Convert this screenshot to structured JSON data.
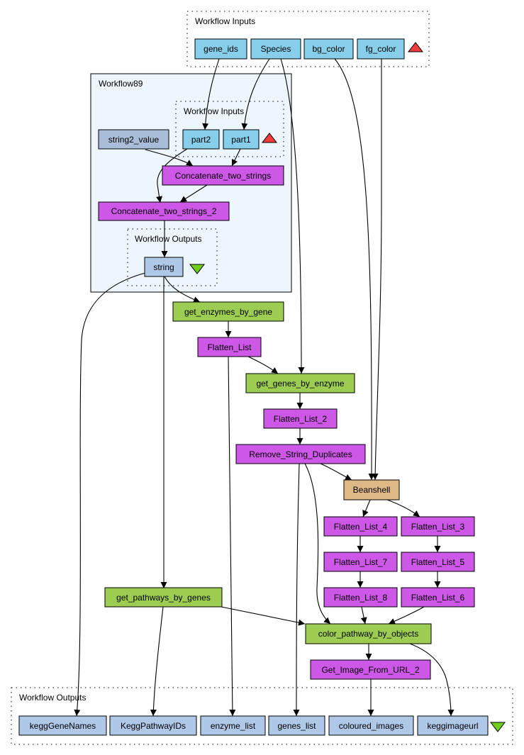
{
  "groups": {
    "top_inputs": "Workflow Inputs",
    "nested_workflow": "Workflow89",
    "nested_inputs": "Workflow Inputs",
    "nested_outputs": "Workflow Outputs",
    "bottom_outputs": "Workflow Outputs"
  },
  "nodes": {
    "gene_ids": "gene_ids",
    "species": "Species",
    "bg_color": "bg_color",
    "fg_color": "fg_color",
    "string2_value": "string2_value",
    "part2": "part2",
    "part1": "part1",
    "concat1": "Concatenate_two_strings",
    "concat2": "Concatenate_two_strings_2",
    "string_out": "string",
    "get_enzymes_by_gene": "get_enzymes_by_gene",
    "flatten_list": "Flatten_List",
    "get_genes_by_enzyme": "get_genes_by_enzyme",
    "flatten_list_2": "Flatten_List_2",
    "remove_string_duplicates": "Remove_String_Duplicates",
    "beanshell": "Beanshell",
    "flatten_list_4": "Flatten_List_4",
    "flatten_list_3": "Flatten_List_3",
    "flatten_list_7": "Flatten_List_7",
    "flatten_list_5": "Flatten_List_5",
    "flatten_list_8": "Flatten_List_8",
    "flatten_list_6": "Flatten_List_6",
    "get_pathways_by_genes": "get_pathways_by_genes",
    "color_pathway_by_objects": "color_pathway_by_objects",
    "get_image_from_url_2": "Get_Image_From_URL_2",
    "kegg_gene_names": "keggGeneNames",
    "kegg_pathway_ids": "KeggPathwayIDs",
    "enzyme_list": "enzyme_list",
    "genes_list": "genes_list",
    "coloured_images": "coloured_images",
    "kegg_image_url": "keggimageurl"
  },
  "colors": {
    "input_port": "#87ceeb",
    "output_port": "#b0c8e8",
    "constant": "#aabdd8",
    "local_processor": "#cd57e6",
    "service": "#9ccd52",
    "beanshell": "#deb887",
    "nested_bg": "#eef6fd",
    "input_marker": "#f03c3c",
    "output_marker": "#6fcf1a"
  }
}
